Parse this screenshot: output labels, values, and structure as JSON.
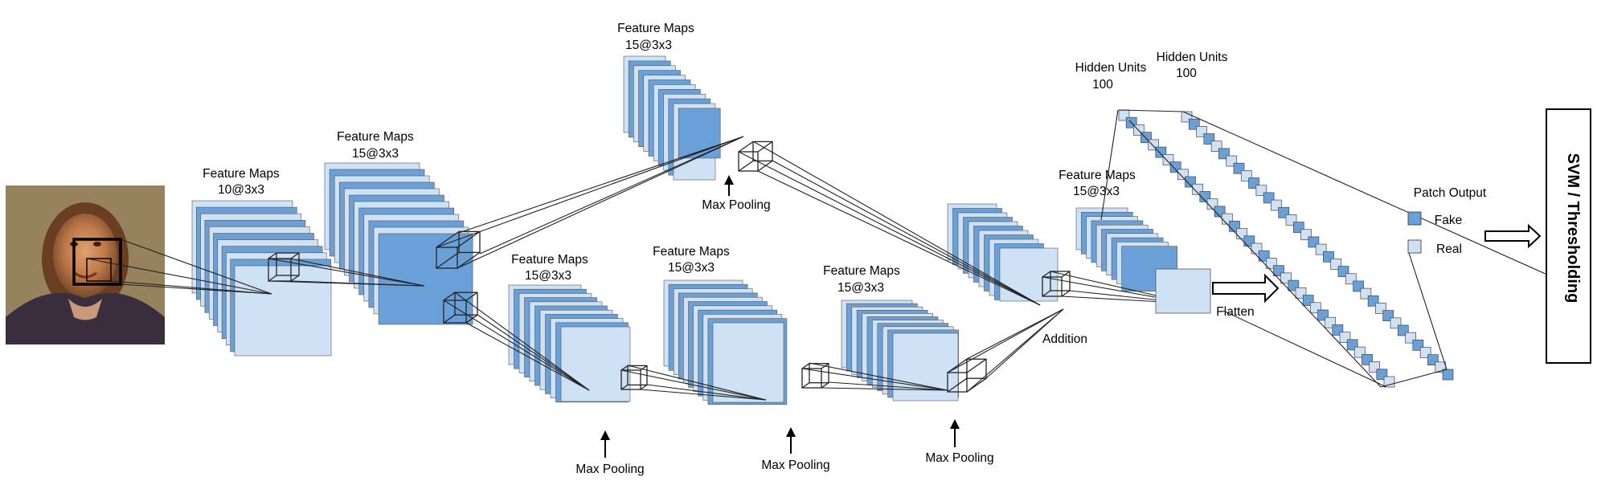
{
  "colors": {
    "map_dark": "#6aa0d8",
    "map_light": "#cfe1f4",
    "stroke": "#222222",
    "background": "#ffffff"
  },
  "input_image": {
    "icon": "face-photo"
  },
  "stages": [
    {
      "id": "conv1",
      "title": "Feature Maps",
      "dims": "10@3x3",
      "pool_label": ""
    },
    {
      "id": "conv2",
      "title": "Feature Maps",
      "dims": "15@3x3",
      "pool_label": ""
    },
    {
      "id": "top_pool",
      "title": "Feature Maps",
      "dims": "15@3x3",
      "pool_label": "Max Pooling"
    },
    {
      "id": "bot1",
      "title": "Feature Maps",
      "dims": "15@3x3",
      "pool_label": "Max Pooling"
    },
    {
      "id": "bot2",
      "title": "Feature Maps",
      "dims": "15@3x3",
      "pool_label": "Max Pooling"
    },
    {
      "id": "bot3",
      "title": "Feature Maps",
      "dims": "15@3x3",
      "pool_label": "Max Pooling"
    },
    {
      "id": "merge",
      "title": "Feature Maps",
      "dims": "15@3x3",
      "pool_label": ""
    }
  ],
  "addition_label": "Addition",
  "flatten_label": "Flatten",
  "hidden_layers": [
    {
      "title": "Hidden Units",
      "units": "100"
    },
    {
      "title": "Hidden Units",
      "units": "100"
    }
  ],
  "patch_output": {
    "title": "Patch Output",
    "legend": [
      {
        "label": "Fake",
        "color": "#6aa0d8"
      },
      {
        "label": "Real",
        "color": "#cfe1f4"
      }
    ]
  },
  "classifier_label": "SVM / Thresholding"
}
